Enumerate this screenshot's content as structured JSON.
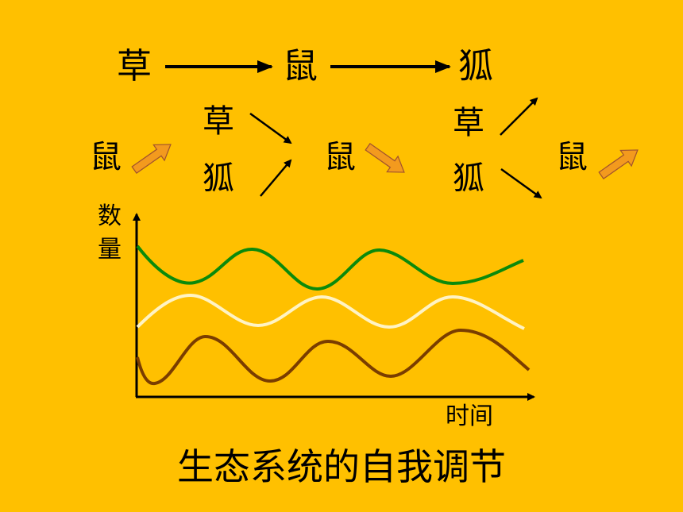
{
  "chain": {
    "grass": "草",
    "mouse": "鼠",
    "fox": "狐"
  },
  "cycle": {
    "mouse_1": "鼠",
    "grass_1": "草",
    "fox_1": "狐",
    "mouse_2": "鼠",
    "grass_2": "草",
    "fox_2": "狐",
    "mouse_3": "鼠"
  },
  "graph": {
    "ylabel_line1": "数",
    "ylabel_line2": "量",
    "xlabel": "时间",
    "colors": {
      "top": "#0B8A0B",
      "middle": "#FFF3C4",
      "bottom": "#7A3D00"
    }
  },
  "title": "生态系统的自我调节",
  "colors": {
    "background": "#FFC000",
    "up_arrow": "#F39A1E",
    "arrow_outline": "#A0522D"
  }
}
